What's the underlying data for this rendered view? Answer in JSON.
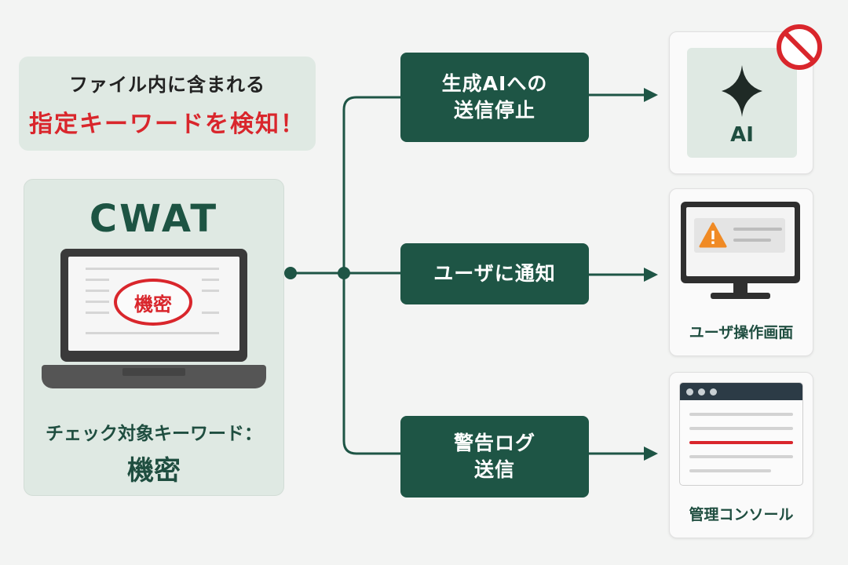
{
  "headline": {
    "line1": "ファイル内に含まれる",
    "line2": "指定キーワードを検知！"
  },
  "source": {
    "title": "CWAT",
    "stamp": "機密",
    "keyword_label": "チェック対象キーワード：",
    "keyword_value": "機密"
  },
  "actions": [
    {
      "label": "生成AIへの\n送信停止"
    },
    {
      "label": "ユーザに通知"
    },
    {
      "label": "警告ログ\n送信"
    }
  ],
  "targets": [
    {
      "label": "AI",
      "icon": "sparkle-icon",
      "badge_icon": "prohibited-icon"
    },
    {
      "label": "ユーザ操作画面",
      "icon": "monitor-warning-icon"
    },
    {
      "label": "管理コンソール",
      "icon": "console-window-icon"
    }
  ],
  "colors": {
    "primary_green": "#1e5545",
    "alert_red": "#d9262c",
    "light_green": "#dfe9e3",
    "warning_orange": "#f08a24"
  }
}
